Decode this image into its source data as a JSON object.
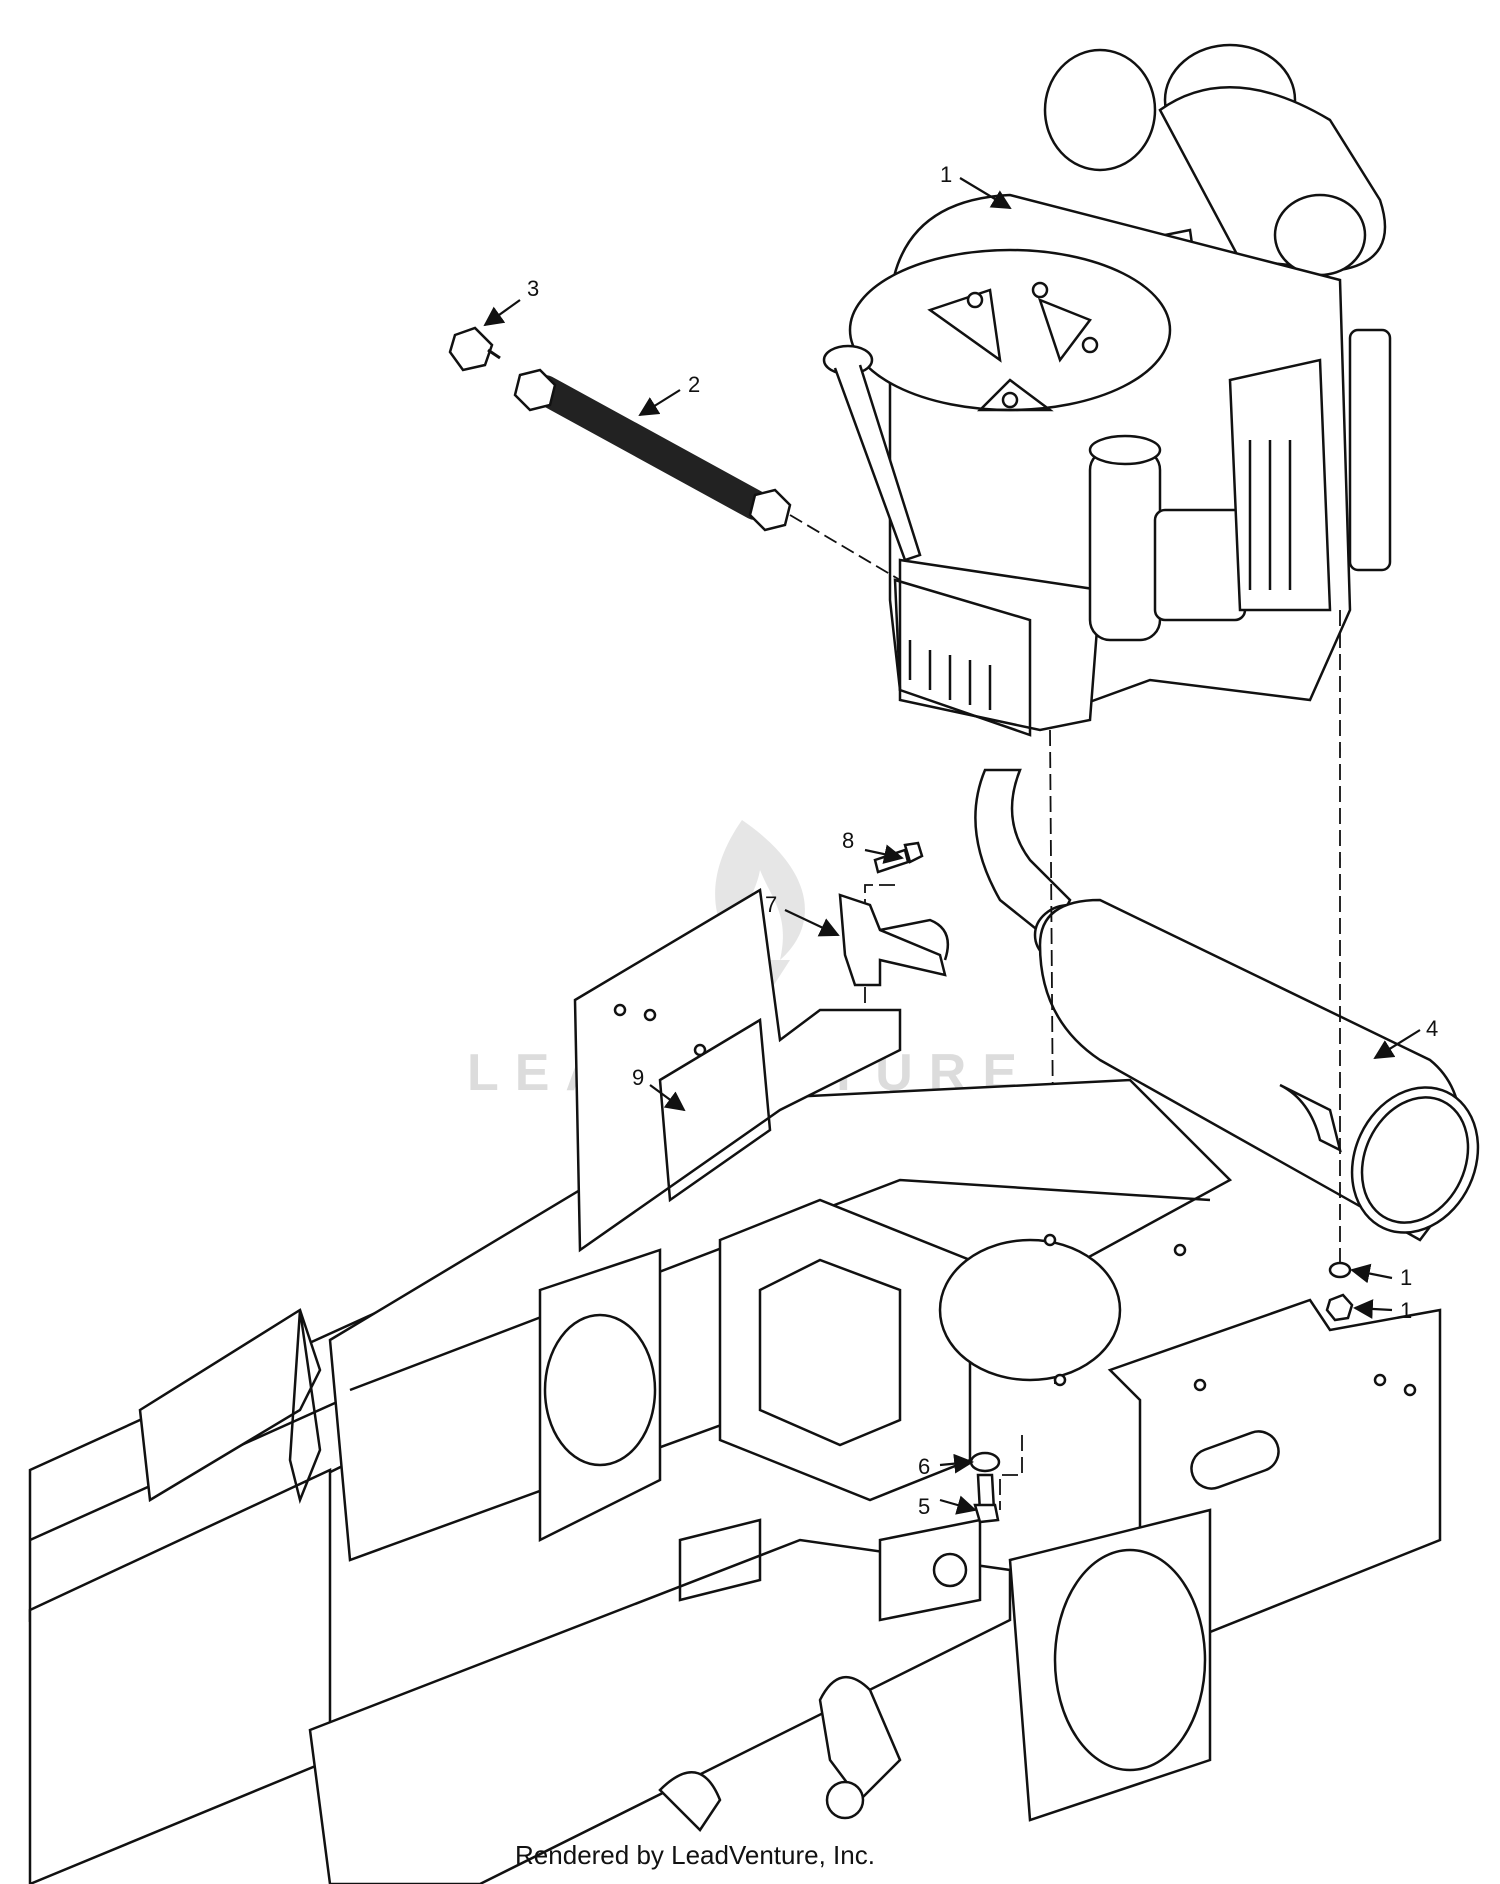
{
  "callouts": {
    "c1_engine": "1",
    "c2_hose": "2",
    "c3_fitting": "3",
    "c4_muffler": "4",
    "c1_washer": "1",
    "c1_nut": "1",
    "c5_bolt": "5",
    "c6_washer": "6",
    "c7_bracket": "7",
    "c8_screw": "8",
    "c9_nut": "9"
  },
  "watermark": "LEADVENTURE",
  "footer": "Rendered by LeadVenture, Inc.",
  "colors": {
    "line": "#111111",
    "hose": "#222222",
    "watermark": "#d9d9d9",
    "background": "#ffffff"
  }
}
